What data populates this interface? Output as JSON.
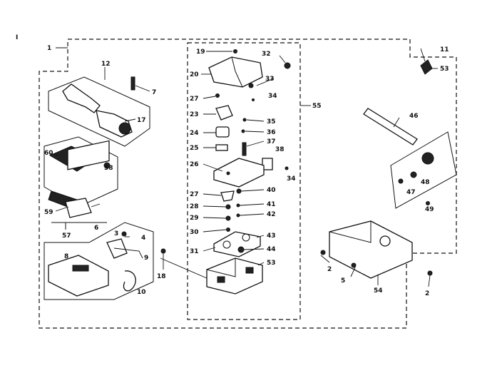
{
  "corner_mark": "I",
  "labels": {
    "p1": "1",
    "p12": "12",
    "p7": "7",
    "p17": "17",
    "p60": "60",
    "p58": "58",
    "p59": "59",
    "p57": "57",
    "p6": "6",
    "p3": "3",
    "p4": "4",
    "p9": "9",
    "p8": "8",
    "p10": "10",
    "p18": "18",
    "p19": "19",
    "p32": "32",
    "p20": "20",
    "p33": "33",
    "p27a": "27",
    "p34a": "34",
    "p23": "23",
    "p35": "35",
    "p24": "24",
    "p36": "36",
    "p37": "37",
    "p25": "25",
    "p38": "38",
    "p26": "26",
    "p34b": "34",
    "p27b": "27",
    "p40": "40",
    "p28": "28",
    "p41": "41",
    "p29": "29",
    "p42": "42",
    "p30": "30",
    "p43": "43",
    "p31": "31",
    "p44": "44",
    "p53a": "53",
    "p55": "55",
    "p11": "11",
    "p53b": "53",
    "p46": "46",
    "p47": "47",
    "p48": "48",
    "p49": "49",
    "p2a": "2",
    "p5": "5",
    "p54": "54",
    "p2b": "2"
  }
}
